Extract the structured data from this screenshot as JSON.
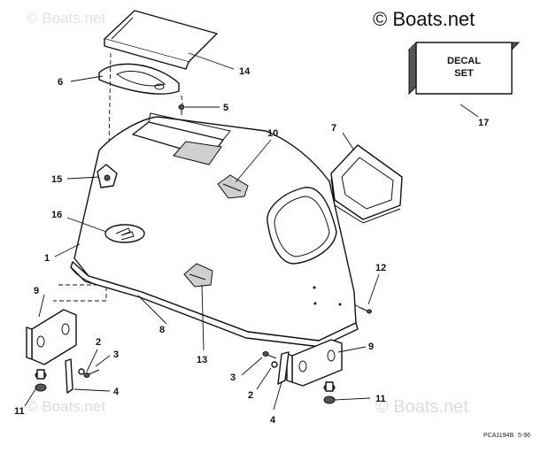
{
  "watermark": {
    "main": "© Boats.net",
    "corner": "© Boats.net",
    "bottom_left": "© Boats.net",
    "bottom_right": "© Boats.net"
  },
  "decal_box": {
    "line1": "DECAL",
    "line2": "SET"
  },
  "callouts": {
    "c14": "14",
    "c6": "6",
    "c5": "5",
    "c7": "7",
    "c10": "10",
    "c15": "15",
    "c16": "16",
    "c1": "1",
    "c12": "12",
    "c9_left": "9",
    "c9_right": "9",
    "c8": "8",
    "c13": "13",
    "c2_left": "2",
    "c3_left": "3",
    "c4_left": "4",
    "c11_left": "11",
    "c3_right": "3",
    "c2_right": "2",
    "c4_right": "4",
    "c11_right": "11",
    "c17": "17"
  },
  "footer": {
    "code": "PCA1194B",
    "date": "5-96"
  }
}
